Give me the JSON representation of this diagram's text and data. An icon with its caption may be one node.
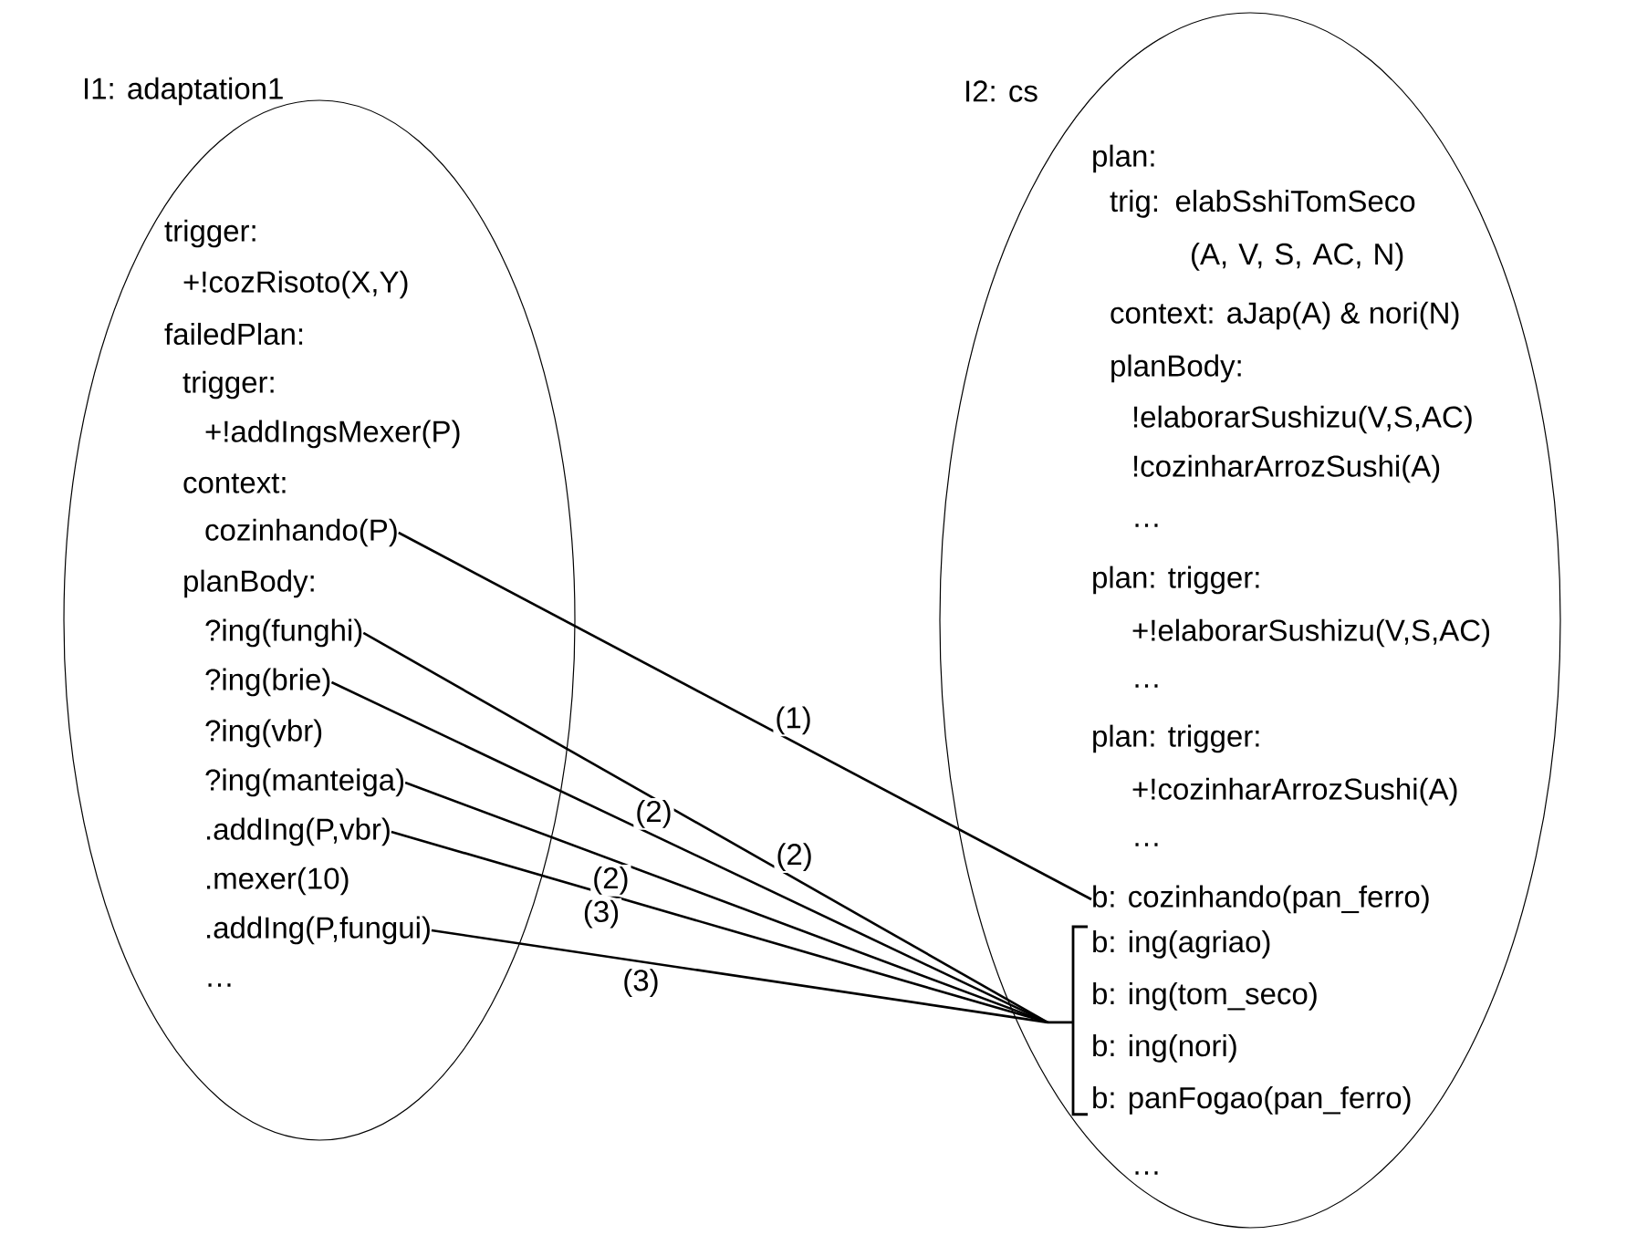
{
  "diagram": {
    "nodes": [
      {
        "text": [
          "I1: adaptation1"
        ]
      },
      {
        "text": [
          "trigger:"
        ],
        "in": 0
      },
      {
        "text": [
          "+!cozRisoto(X,Y)"
        ],
        "in": 0
      },
      {
        "text": [
          "failedPlan:"
        ],
        "in": 0
      },
      {
        "text": [
          "trigger:"
        ],
        "in": 0
      },
      {
        "text": [
          "+!addIngsMexer(P)"
        ],
        "in": 0
      },
      {
        "text": [
          "context:"
        ],
        "in": 0
      },
      {
        "text": [
          "cozinhando(P)"
        ],
        "in": 0
      },
      {
        "text": [
          "planBody:"
        ],
        "in": 0
      },
      {
        "text": [
          "?ing(funghi)"
        ],
        "in": 0
      },
      {
        "text": [
          "?ing(brie)"
        ],
        "in": 0
      },
      {
        "text": [
          "?ing(vbr)"
        ],
        "in": 0
      },
      {
        "text": [
          "?ing(manteiga)"
        ],
        "in": 0
      },
      {
        "text": [
          ".addIng(P,vbr)"
        ],
        "in": 0
      },
      {
        "text": [
          ".mexer(10)"
        ],
        "in": 0
      },
      {
        "text": [
          ".addIng(P,fungui)"
        ],
        "in": 0
      },
      {
        "text": [
          "…"
        ],
        "in": 0
      },
      {
        "text": [
          "I2: cs"
        ]
      },
      {
        "text": [
          "plan:"
        ],
        "in": 17
      },
      {
        "text": [
          "trig: elabSshiTomSeco (A, V, S, AC, N)"
        ],
        "in": 17
      },
      {
        "text": [
          "context: aJap(A) & nori(N)"
        ],
        "in": 17
      },
      {
        "text": [
          "planBody:"
        ],
        "in": 17
      },
      {
        "text": [
          "!elaborarSushizu(V,S,AC)"
        ],
        "in": 17
      },
      {
        "text": [
          "!cozinharArrozSushi(A)"
        ],
        "in": 17
      },
      {
        "text": [
          "…"
        ],
        "in": 17
      },
      {
        "text": [
          "plan: trigger:"
        ],
        "in": 17
      },
      {
        "text": [
          "+!elaborarSushizu(V,S,AC)"
        ],
        "in": 17
      },
      {
        "text": [
          "…"
        ],
        "in": 17
      },
      {
        "text": [
          "plan: trigger:"
        ],
        "in": 17
      },
      {
        "text": [
          "+!cozinharArrozSushi(A)"
        ],
        "in": 17
      },
      {
        "text": [
          "…"
        ],
        "in": 17
      },
      {
        "text": [
          "b: cozinhando(pan_ferro)"
        ],
        "in": 17
      },
      {
        "text": [
          "b: ing(agriao)",
          "b: ing(tom_seco)",
          "b: ing(nori)",
          "b: panFogao(pan_ferro)"
        ],
        "in": 17
      },
      {
        "text": [
          "…"
        ],
        "in": 17
      }
    ],
    "edges": [
      {
        "from": 7,
        "to": 31,
        "arrow": "none",
        "label": "(1)"
      },
      {
        "from": 9,
        "to": 32,
        "arrow": "none",
        "label": "(2)"
      },
      {
        "from": 10,
        "to": 32,
        "arrow": "none",
        "label": "(2)"
      },
      {
        "from": 12,
        "to": 32,
        "arrow": "none",
        "label": "(2)"
      },
      {
        "from": 13,
        "to": 32,
        "arrow": "none",
        "label": "(3)"
      },
      {
        "from": 15,
        "to": 32,
        "arrow": "none",
        "label": "(3)"
      }
    ]
  }
}
